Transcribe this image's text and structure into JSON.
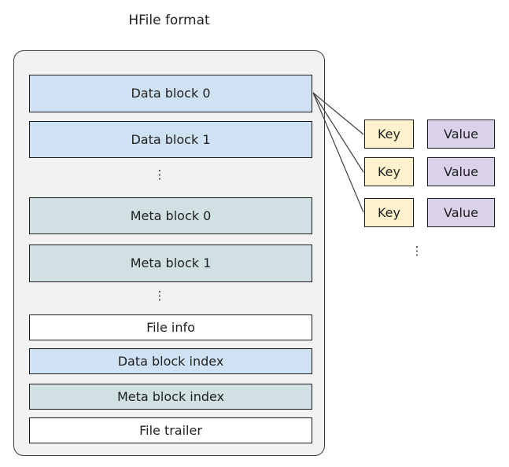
{
  "title": "HFile format",
  "stack": {
    "blocks": [
      {
        "label": "Data block 0",
        "kind": "data"
      },
      {
        "label": "Data block 1",
        "kind": "data"
      },
      {
        "label": "⋮",
        "kind": "ellipsis"
      },
      {
        "label": "Meta block 0",
        "kind": "meta"
      },
      {
        "label": "Meta block 1",
        "kind": "meta"
      },
      {
        "label": "⋮",
        "kind": "ellipsis"
      },
      {
        "label": "File info",
        "kind": "plain"
      },
      {
        "label": "Data block index",
        "kind": "data"
      },
      {
        "label": "Meta block index",
        "kind": "meta"
      },
      {
        "label": "File trailer",
        "kind": "plain"
      }
    ]
  },
  "kv": {
    "rows": [
      {
        "key": "Key",
        "value": "Value"
      },
      {
        "key": "Key",
        "value": "Value"
      },
      {
        "key": "Key",
        "value": "Value"
      }
    ],
    "ellipsis": "⋮"
  },
  "colors": {
    "data_block_fill": "#cfe2f3",
    "meta_block_fill": "#d0e0e3",
    "plain_block_fill": "#ffffff",
    "key_fill": "#fff2cc",
    "value_fill": "#d9d2e9",
    "container_fill": "#f2f2f2",
    "block_border": "#1a1a1a",
    "container_border": "#3c3c3c",
    "connector": "#404040",
    "text": "#1f1f1f"
  }
}
